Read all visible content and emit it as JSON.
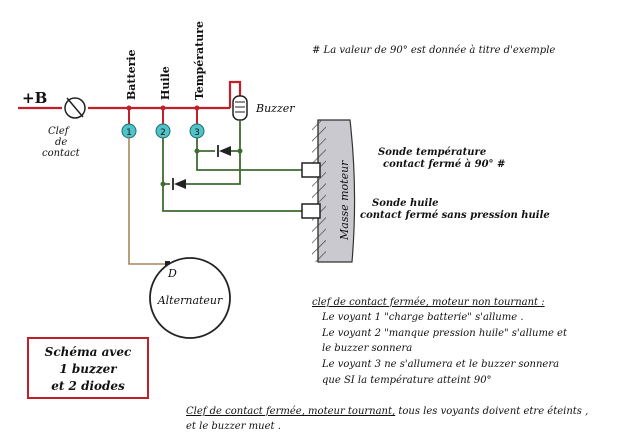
{
  "supply": {
    "label": "+B",
    "color": "#c0202a"
  },
  "key": {
    "line1": "Clef",
    "line2": "de",
    "line3": "contact"
  },
  "lamps": [
    {
      "num": "1",
      "label": "Batterie"
    },
    {
      "num": "2",
      "label": "Huile"
    },
    {
      "num": "3",
      "label": "Température"
    }
  ],
  "buzzer": {
    "label": "Buzzer"
  },
  "footnote": "# La valeur de 90° est donnée à titre d'exemple",
  "engine": {
    "label": "Masse moteur"
  },
  "sensors": {
    "temperature": {
      "line1": "Sonde température",
      "line2": "contact fermé à 90° #"
    },
    "oil": {
      "line1": "Sonde huile",
      "line2": "contact fermé sans pression huile"
    }
  },
  "alternator": {
    "label": "Alternateur",
    "terminal": "D"
  },
  "title_box": {
    "line1": "Schéma avec",
    "line2": "1 buzzer",
    "line3": "et 2 diodes"
  },
  "notes": {
    "stopped": {
      "heading": "clef de contact fermée, moteur non tournant :",
      "lines": [
        "Le voyant 1 \"charge batterie\" s'allume .",
        "Le voyant 2 \"manque pression huile\" s'allume et",
        "le buzzer sonnera",
        "Le voyant 3 ne s'allumera et le buzzer sonnera",
        "que SI la température atteint 90°"
      ]
    },
    "running": {
      "heading": "Clef de contact fermée, moteur tournant,",
      "tail": " tous les voyants doivent etre éteints ,",
      "line2": "et le  buzzer muet ."
    }
  },
  "colors": {
    "wire": "#3d6b30",
    "alt_wire": "#a8875a",
    "lamp": "#4fc3c8",
    "engine": "#c9c9cf"
  }
}
